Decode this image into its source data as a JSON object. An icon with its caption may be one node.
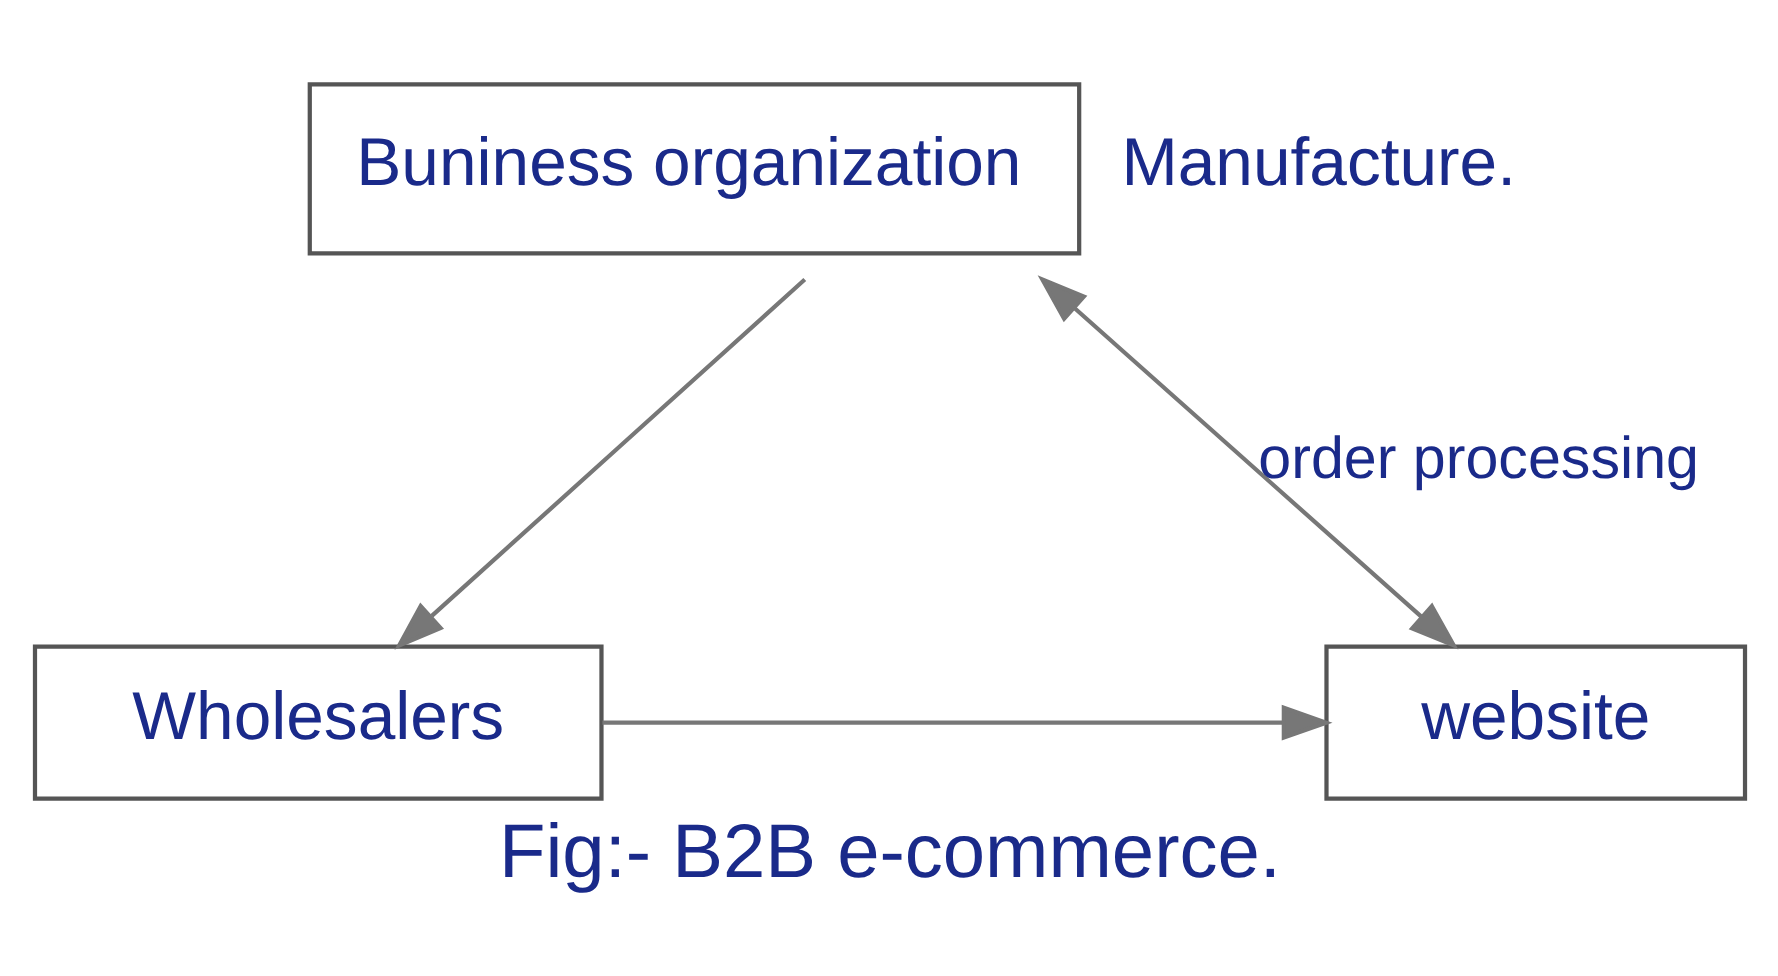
{
  "diagram": {
    "caption": "Fig:- B2B e-commerce.",
    "nodes": [
      {
        "text": [
          "Buniness organization"
        ],
        "beside": [
          "Manufacture."
        ]
      },
      {
        "text": [
          "Wholesalers"
        ]
      },
      {
        "text": [
          "website"
        ]
      }
    ],
    "edges": [
      {
        "from": 0,
        "to": 1,
        "arrow": "to"
      },
      {
        "from": 1,
        "to": 2,
        "arrow": "to"
      },
      {
        "from": 0,
        "to": 2,
        "arrow": "both",
        "label": "order processing"
      }
    ]
  }
}
